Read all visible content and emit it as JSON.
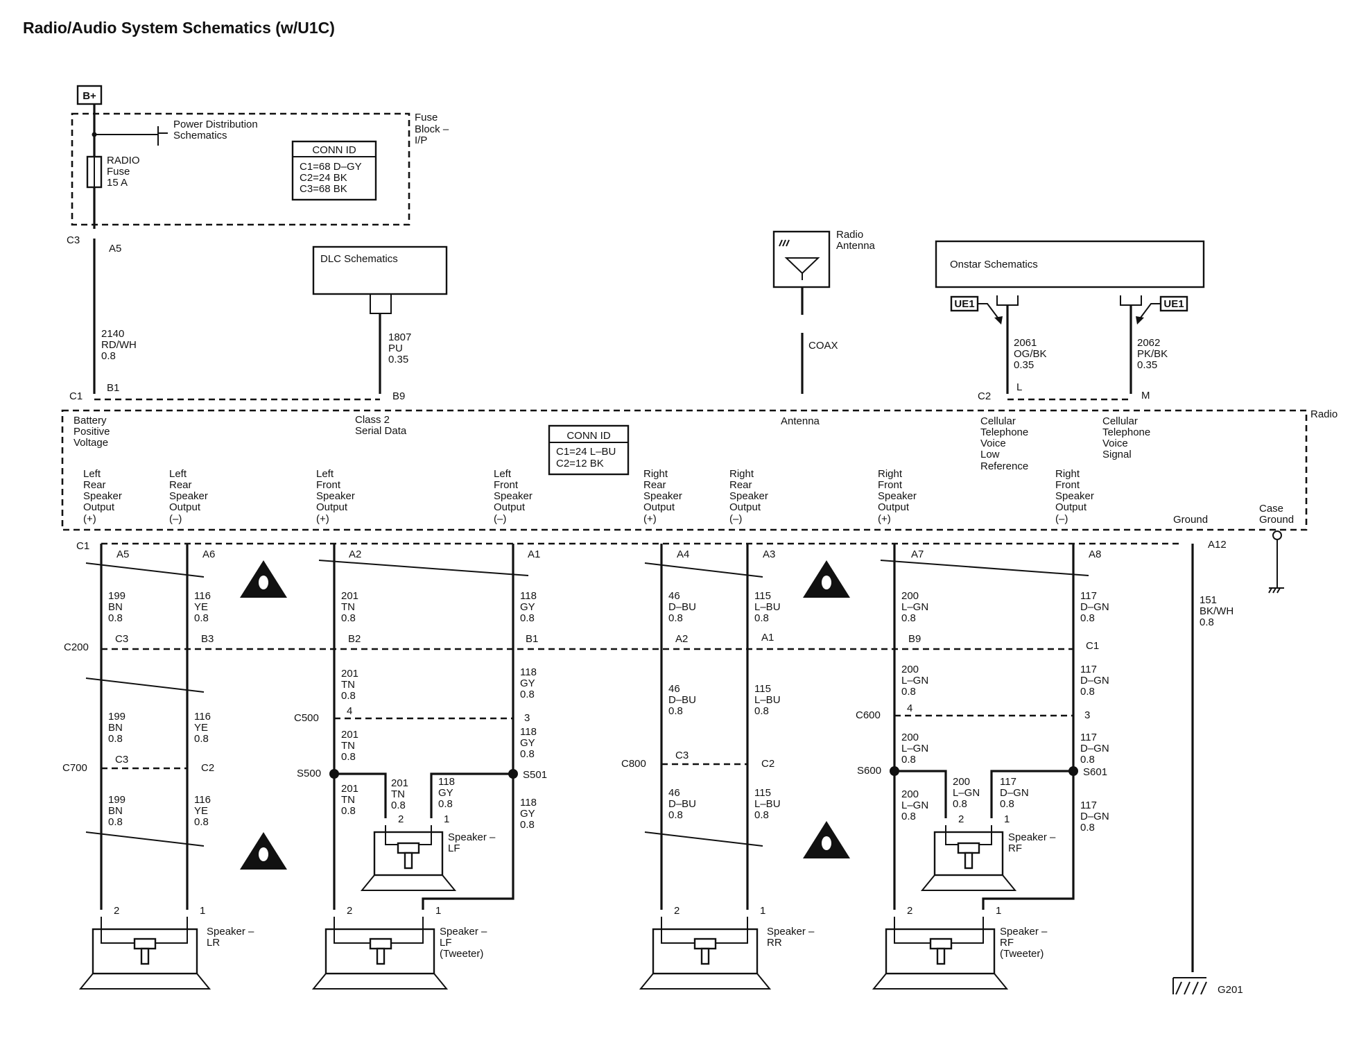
{
  "title": "Radio/Audio System Schematics (w/U1C)",
  "fuse_block": {
    "supply": "B+",
    "power_distribution": [
      "Power Distribution",
      "Schematics"
    ],
    "fuse_label": [
      "RADIO",
      "Fuse",
      "15 A"
    ],
    "block_name": [
      "Fuse",
      "Block –",
      "I/P"
    ],
    "conn_id": {
      "header": "CONN ID",
      "rows": [
        "C1=68 D–GY",
        "C2=24 BK",
        "C3=68 BK"
      ]
    },
    "out_connector": "C3",
    "out_pin": "A5"
  },
  "dlc": {
    "label": "DLC Schematics"
  },
  "antenna_box": {
    "label": [
      "Radio",
      "Antenna"
    ],
    "coax": "COAX"
  },
  "onstar": {
    "label": "Onstar Schematics",
    "badge": "UE1"
  },
  "top_wires": [
    {
      "id": "2140",
      "color": "RD/WH",
      "gauge": "0.8"
    },
    {
      "id": "1807",
      "color": "PU",
      "gauge": "0.35"
    },
    {
      "id": "2061",
      "color": "OG/BK",
      "gauge": "0.35"
    },
    {
      "id": "2062",
      "color": "PK/BK",
      "gauge": "0.35"
    }
  ],
  "radio": {
    "name": "Radio",
    "conn_id": {
      "header": "CONN ID",
      "rows": [
        "C1=24 L–BU",
        "C2=12 BK"
      ]
    },
    "top_pins": [
      {
        "connector": "C1",
        "pin": "B1",
        "func": [
          "Battery",
          "Positive",
          "Voltage"
        ]
      },
      {
        "pin": "B9",
        "func": [
          "Class 2",
          "Serial Data"
        ]
      },
      {
        "pin": "",
        "func": [
          "Antenna"
        ]
      },
      {
        "connector": "C2",
        "pin": "L",
        "func": [
          "Cellular",
          "Telephone",
          "Voice",
          "Low",
          "Reference"
        ]
      },
      {
        "pin": "M",
        "func": [
          "Cellular",
          "Telephone",
          "Voice",
          "Signal"
        ]
      }
    ],
    "bottom_connector": "C1",
    "bottom_pins": [
      {
        "pin": "A5",
        "func": [
          "Left",
          "Rear",
          "Speaker",
          "Output",
          "(+)"
        ]
      },
      {
        "pin": "A6",
        "func": [
          "Left",
          "Rear",
          "Speaker",
          "Output",
          "(–)"
        ]
      },
      {
        "pin": "A2",
        "func": [
          "Left",
          "Front",
          "Speaker",
          "Output",
          "(+)"
        ]
      },
      {
        "pin": "A1",
        "func": [
          "Left",
          "Front",
          "Speaker",
          "Output",
          "(–)"
        ]
      },
      {
        "pin": "A4",
        "func": [
          "Right",
          "Rear",
          "Speaker",
          "Output",
          "(+)"
        ]
      },
      {
        "pin": "A3",
        "func": [
          "Right",
          "Rear",
          "Speaker",
          "Output",
          "(–)"
        ]
      },
      {
        "pin": "A7",
        "func": [
          "Right",
          "Front",
          "Speaker",
          "Output",
          "(+)"
        ]
      },
      {
        "pin": "A8",
        "func": [
          "Right",
          "Front",
          "Speaker",
          "Output",
          "(–)"
        ]
      },
      {
        "pin": "A12",
        "func": [
          "Ground"
        ]
      }
    ],
    "case_ground": [
      "Case",
      "Ground"
    ]
  },
  "wires": {
    "w199": {
      "id": "199",
      "color": "BN",
      "gauge": "0.8"
    },
    "w116": {
      "id": "116",
      "color": "YE",
      "gauge": "0.8"
    },
    "w201": {
      "id": "201",
      "color": "TN",
      "gauge": "0.8"
    },
    "w118": {
      "id": "118",
      "color": "GY",
      "gauge": "0.8"
    },
    "w46": {
      "id": "46",
      "color": "D–BU",
      "gauge": "0.8"
    },
    "w115": {
      "id": "115",
      "color": "L–BU",
      "gauge": "0.8"
    },
    "w200": {
      "id": "200",
      "color": "L–GN",
      "gauge": "0.8"
    },
    "w117": {
      "id": "117",
      "color": "D–GN",
      "gauge": "0.8"
    },
    "w151": {
      "id": "151",
      "color": "BK/WH",
      "gauge": "0.8"
    }
  },
  "c200": {
    "name": "C200",
    "pins": [
      "C3",
      "B3",
      "B2",
      "B1",
      "A2",
      "A1",
      "B9",
      "C1"
    ]
  },
  "c500": {
    "name": "C500",
    "pins": [
      "4",
      "3"
    ]
  },
  "c600": {
    "name": "C600",
    "pins": [
      "4",
      "3"
    ]
  },
  "c700": {
    "name": "C700",
    "pins": [
      "C3",
      "C2"
    ]
  },
  "c800": {
    "name": "C800",
    "pins": [
      "C3",
      "C2"
    ]
  },
  "splices": [
    "S500",
    "S501",
    "S600",
    "S601"
  ],
  "speakers": {
    "lr": {
      "name": [
        "Speaker –",
        "LR"
      ]
    },
    "lf_tweeter": {
      "name": [
        "Speaker –",
        "LF",
        "(Tweeter)"
      ]
    },
    "lf": {
      "name": [
        "Speaker –",
        "LF"
      ]
    },
    "rr": {
      "name": [
        "Speaker –",
        "RR"
      ]
    },
    "rf_tweeter": {
      "name": [
        "Speaker –",
        "RF",
        "(Tweeter)"
      ]
    },
    "rf": {
      "name": [
        "Speaker –",
        "RF"
      ]
    },
    "pins": [
      "2",
      "1"
    ]
  },
  "ground": "G201"
}
